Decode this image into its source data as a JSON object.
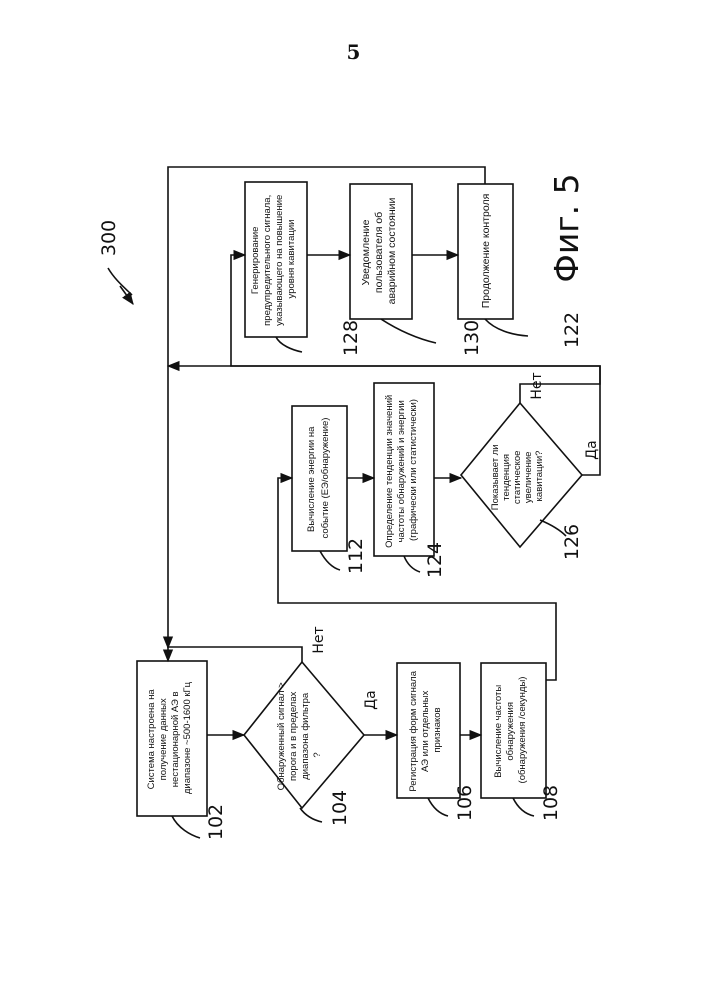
{
  "page": {
    "number": "5"
  },
  "figure": {
    "id": "300",
    "caption": "Фиг. 5"
  },
  "labels": {
    "yes": "Да",
    "no": "Нет"
  },
  "steps": {
    "s102": {
      "ref": "102",
      "lines": [
        "Система настроена на",
        "получение данных",
        "нестационарной АЭ в",
        "диапазоне ~500-1600 кГц"
      ]
    },
    "s104": {
      "ref": "104",
      "lines": [
        "Обнаруженный сигнал >",
        "порога и в пределах",
        "диапазона фильтра",
        "?"
      ]
    },
    "s106": {
      "ref": "106",
      "lines": [
        "Регистрация форм сигнала",
        "АЭ или отдельных",
        "признаков"
      ]
    },
    "s108": {
      "ref": "108",
      "lines": [
        "Вычисление частоты",
        "обнаружения",
        "(обнаружения /секунды)"
      ]
    },
    "s112": {
      "ref": "112",
      "lines": [
        "Вычисление энергии на",
        "событие (ЕЭ/обнаружение)"
      ]
    },
    "s124": {
      "ref": "124",
      "lines": [
        "Определение тенденции значений",
        "частоты обнаружений и энергии",
        "(графически или статистически)"
      ]
    },
    "s126": {
      "ref": "126",
      "lines": [
        "Показывает ли",
        "тенденция",
        "статическое",
        "увеличение",
        "кавитации?"
      ]
    },
    "s128": {
      "ref": "128",
      "lines": [
        "Генерирование",
        "предупредительного сигнала,",
        "указывающего на повышение",
        "уровня кавитации"
      ]
    },
    "s130": {
      "ref": "130",
      "lines": [
        "Уведомление",
        "пользователя об",
        "аварийном состоянии"
      ]
    },
    "s122": {
      "ref": "122",
      "lines": [
        "Продолжение контроля"
      ]
    }
  }
}
